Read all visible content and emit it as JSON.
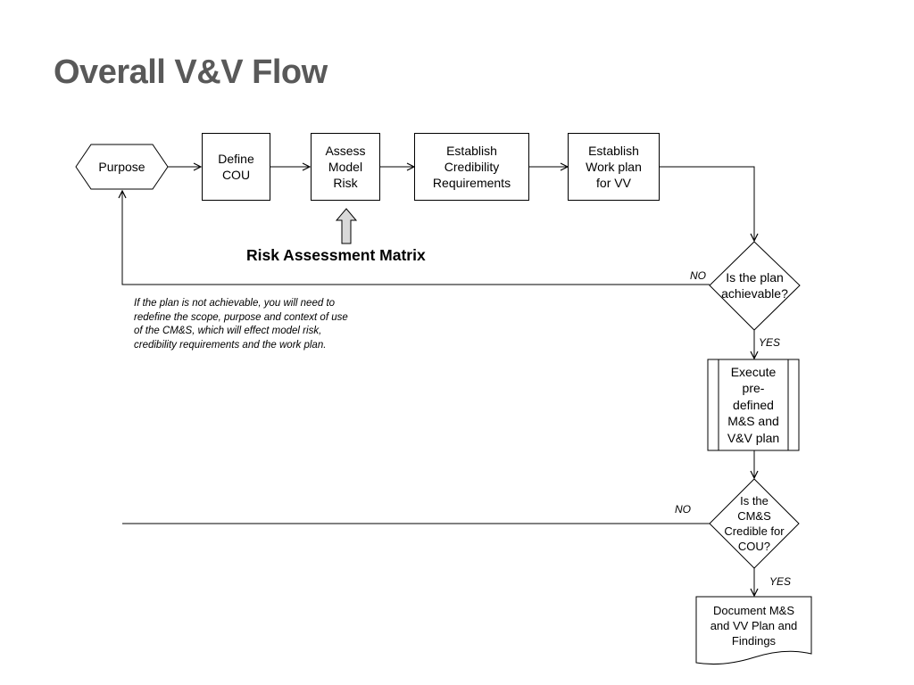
{
  "slide": {
    "title": "Overall V&V Flow"
  },
  "nodes": {
    "purpose": "Purpose",
    "define_cou": "Define\nCOU",
    "assess_model_risk": "Assess\nModel\nRisk",
    "establish_credibility": "Establish\nCredibility\nRequirements",
    "establish_workplan": "Establish\nWork plan\nfor VV",
    "decision_achievable": "Is the plan\nachievable?",
    "execute_plan": "Execute\npre-\ndefined\nM&S and\nV&V plan",
    "decision_credible": "Is the\nCM&S\nCredible for\nCOU?",
    "document": "Document M&S\nand VV Plan and\nFindings"
  },
  "labels": {
    "risk_assessment_matrix": "Risk Assessment Matrix",
    "no_1": "NO",
    "yes_1": "YES",
    "no_2": "NO",
    "yes_2": "YES",
    "note": "If the plan is not achievable, you will need to redefine the scope, purpose and context of use of the CM&S, which will effect model risk, credibility requirements and the work plan."
  }
}
